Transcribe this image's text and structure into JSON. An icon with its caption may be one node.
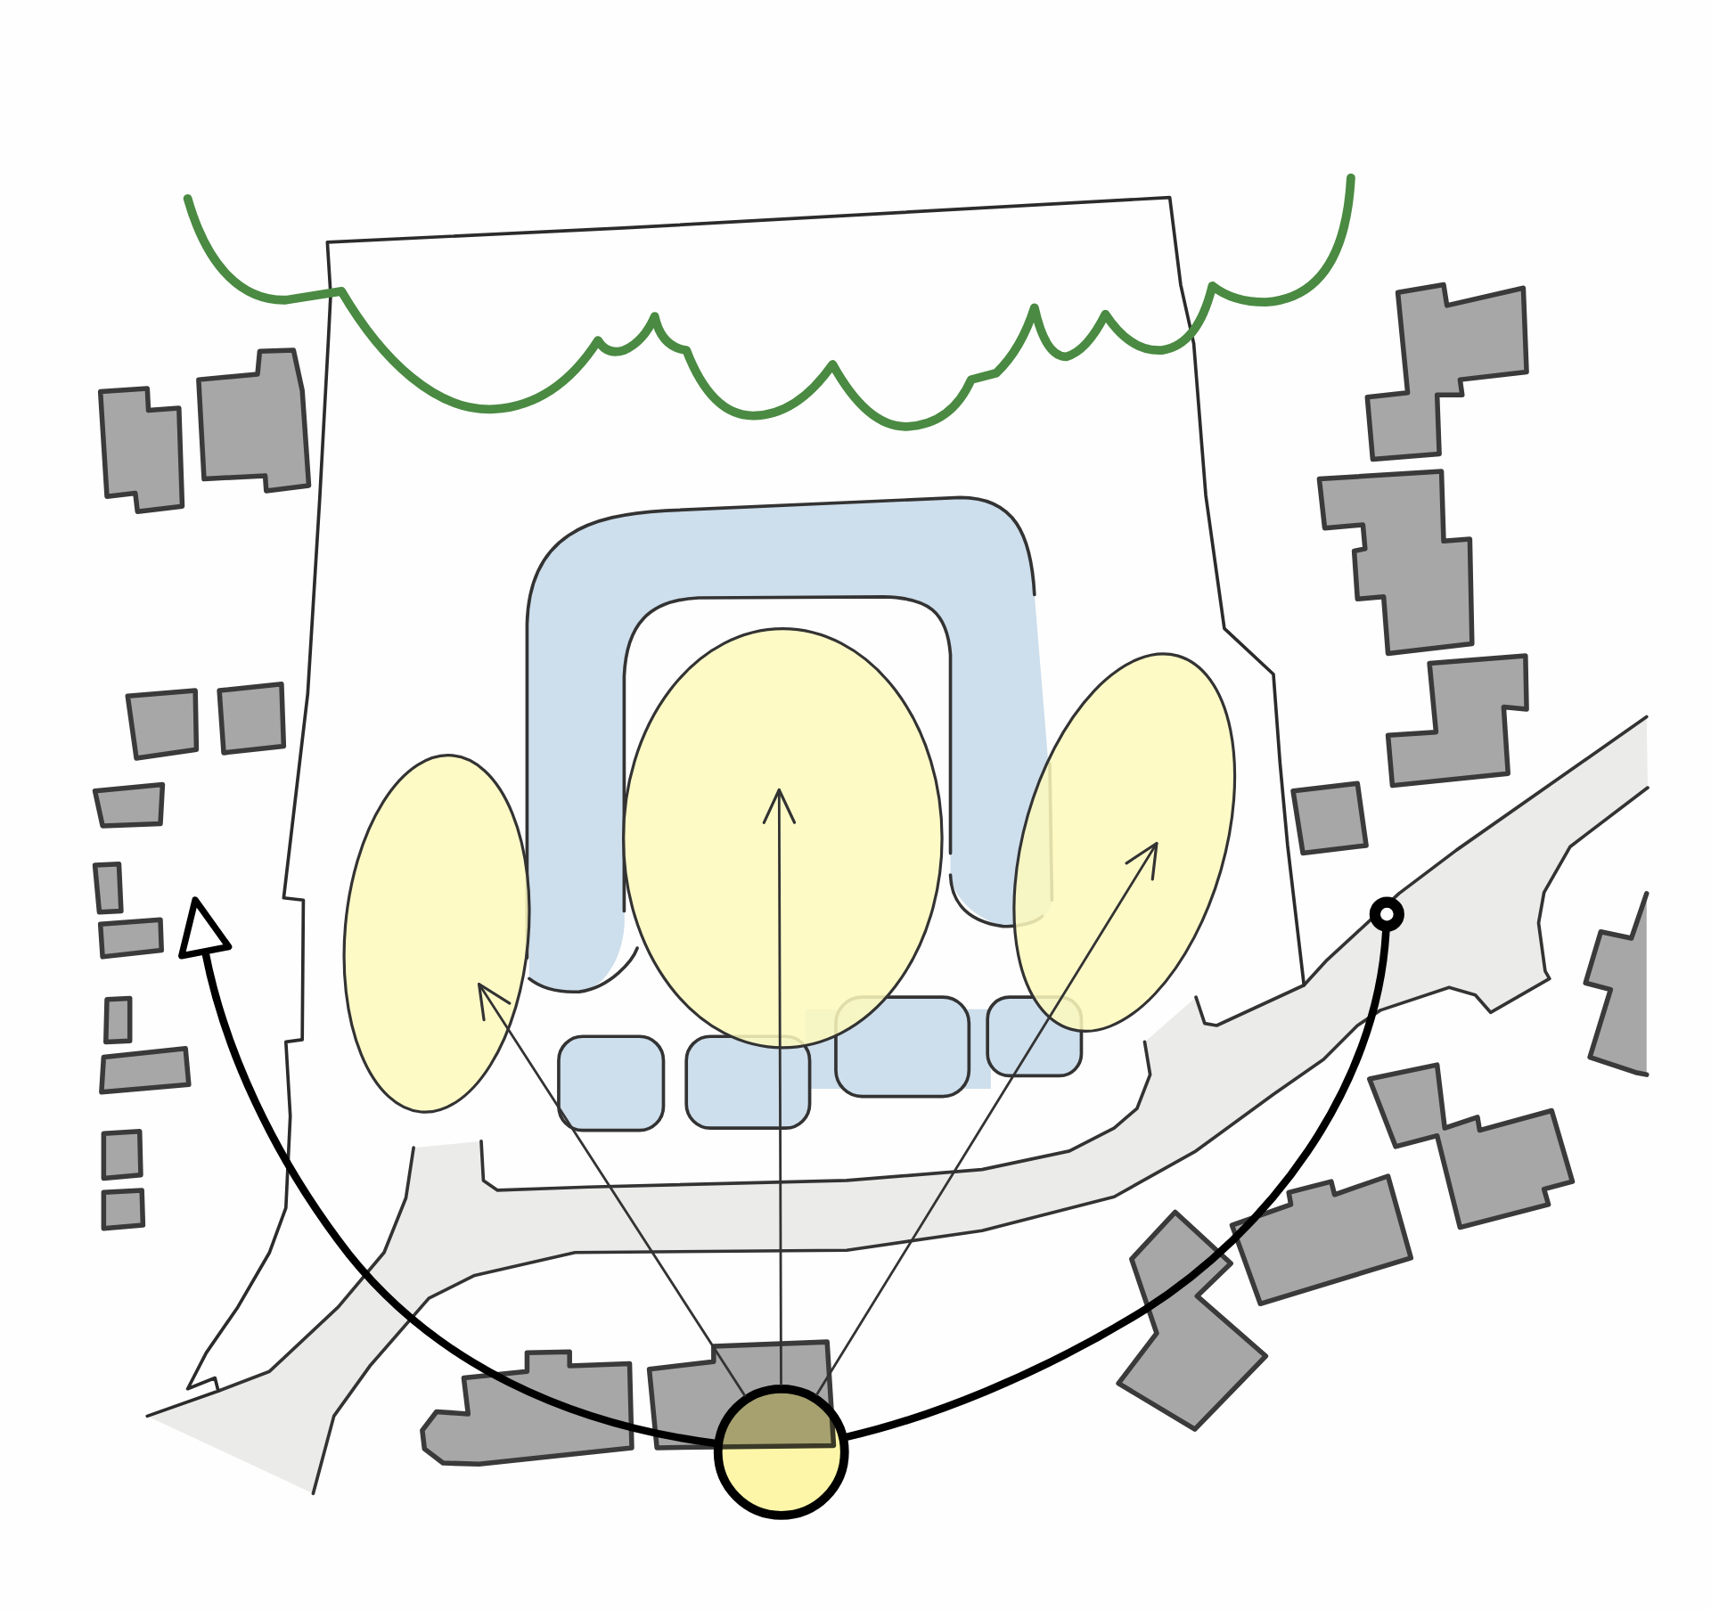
{
  "diagram": {
    "nodes": [
      {
        "text": [],
        "shape": "ellipse"
      },
      {
        "text": [],
        "shape": "ellipse"
      },
      {
        "text": [],
        "shape": "ellipse"
      },
      {
        "text": [],
        "shape": "circle"
      },
      {
        "text": [],
        "shape": "circle"
      }
    ],
    "edges": [
      {
        "from": 4,
        "to": 0,
        "arrow": "to"
      },
      {
        "from": 4,
        "to": 1,
        "arrow": "to"
      },
      {
        "from": 4,
        "to": 2,
        "arrow": "to"
      },
      {
        "from": 3,
        "to": 4,
        "arrow": "none",
        "style": "thick"
      },
      {
        "from": 4,
        "to": null,
        "arrow": "to",
        "style": "thick"
      }
    ]
  }
}
